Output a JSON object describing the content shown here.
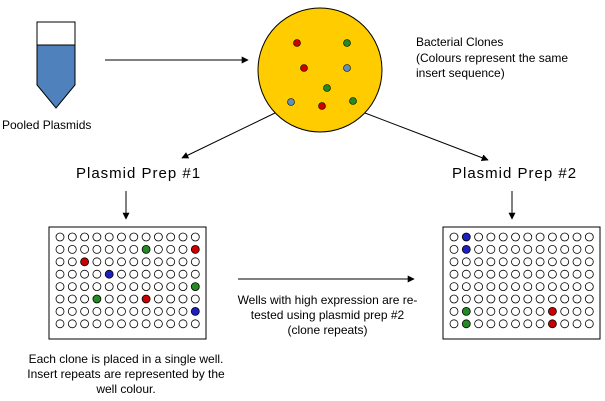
{
  "labels": {
    "tube": "Pooled Plasmids",
    "clones_title": "Bacterial Clones",
    "clones_desc_line1": "(Colours represent the same",
    "clones_desc_line2": "insert sequence)",
    "prep1": "Plasmid Prep #1",
    "prep2": "Plasmid Prep #2",
    "retest_line1": "Wells with high expression are re-",
    "retest_line2": "tested using plasmid prep #2",
    "retest_line3": "(clone repeats)",
    "note_line1": "Each clone is placed in a single well.",
    "note_line2": "Insert repeats are represented by the",
    "note_line3": "well colour."
  },
  "colors": {
    "tube_liquid": "#4f81bd",
    "dish": "#ffcc00",
    "red": "#cc0000",
    "green": "#228b22",
    "blue": "#1f1fbf",
    "steel_blue": "#5f8fbf"
  },
  "dish_colonies": [
    {
      "color": "red"
    },
    {
      "color": "green"
    },
    {
      "color": "red"
    },
    {
      "color": "steel_blue"
    },
    {
      "color": "green"
    },
    {
      "color": "steel_blue"
    },
    {
      "color": "red"
    },
    {
      "color": "green"
    }
  ],
  "plates": {
    "rows": 8,
    "cols": 12,
    "plate1_filled": [
      {
        "row": 1,
        "col": 7,
        "color": "green"
      },
      {
        "row": 1,
        "col": 11,
        "color": "red"
      },
      {
        "row": 2,
        "col": 2,
        "color": "red"
      },
      {
        "row": 3,
        "col": 4,
        "color": "blue"
      },
      {
        "row": 4,
        "col": 11,
        "color": "green"
      },
      {
        "row": 5,
        "col": 3,
        "color": "green"
      },
      {
        "row": 5,
        "col": 7,
        "color": "red"
      },
      {
        "row": 6,
        "col": 11,
        "color": "blue"
      }
    ],
    "plate2_filled": [
      {
        "row": 0,
        "col": 1,
        "color": "blue"
      },
      {
        "row": 1,
        "col": 1,
        "color": "blue"
      },
      {
        "row": 6,
        "col": 1,
        "color": "green"
      },
      {
        "row": 6,
        "col": 8,
        "color": "red"
      },
      {
        "row": 7,
        "col": 1,
        "color": "green"
      },
      {
        "row": 7,
        "col": 8,
        "color": "red"
      }
    ]
  }
}
